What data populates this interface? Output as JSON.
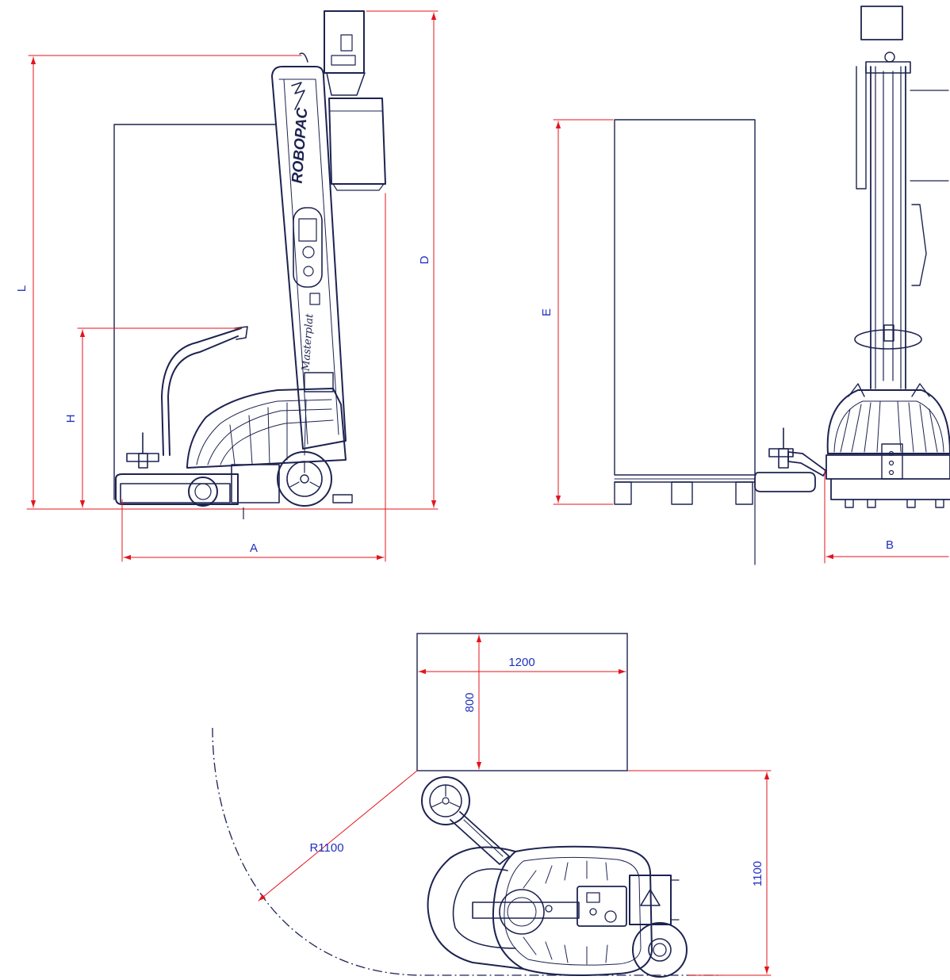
{
  "colors": {
    "outline": "#1d2350",
    "dimension": "#e3151c",
    "label": "#1f2fbf",
    "background": "#ffffff"
  },
  "dimensions": {
    "A": "A",
    "B": "B",
    "D": "D",
    "E": "E",
    "H": "H",
    "L": "L",
    "width_1200": "1200",
    "depth_800": "800",
    "clearance_1100": "1100",
    "radius": "R1100"
  },
  "machine": {
    "brand": "ROBOPAC",
    "model": "Masterplat"
  }
}
